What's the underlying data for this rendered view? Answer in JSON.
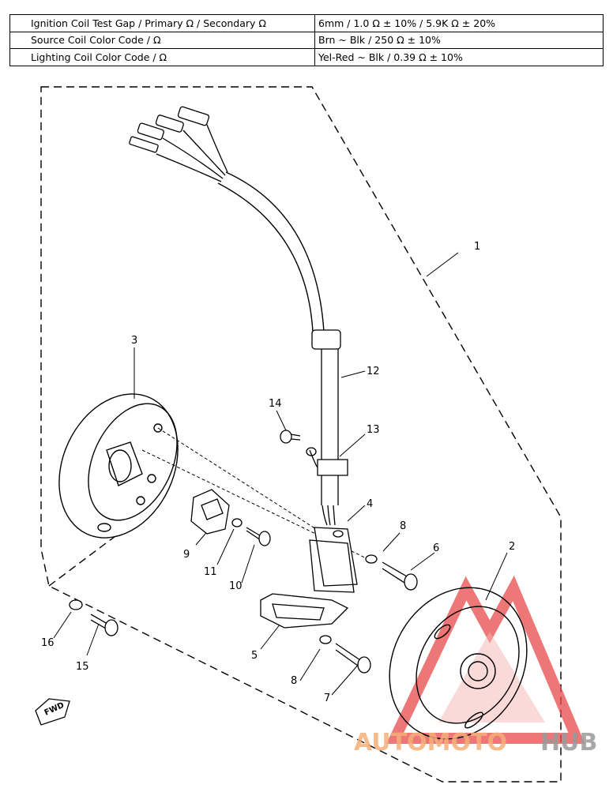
{
  "spec_table": {
    "rows": [
      {
        "label": "Ignition Coil Test Gap / Primary Ω / Secondary Ω",
        "value": "6mm / 1.0 Ω ± 10% / 5.9K Ω ± 20%"
      },
      {
        "label": "Source Coil Color Code / Ω",
        "value": "Brn ~ Blk / 250 Ω ± 10%"
      },
      {
        "label": "Lighting Coil Color Code / Ω",
        "value": "Yel-Red ~ Blk / 0.39 Ω ± 10%"
      }
    ]
  },
  "callouts": {
    "c1": "1",
    "c2": "2",
    "c3": "3",
    "c4": "4",
    "c5": "5",
    "c6": "6",
    "c7": "7",
    "c8a": "8",
    "c8b": "8",
    "c9": "9",
    "c10": "10",
    "c11": "11",
    "c12": "12",
    "c13": "13",
    "c14": "14",
    "c15": "15",
    "c16": "16"
  },
  "fwd_label": "FWD",
  "watermark": {
    "part1": "AUTOMOTO",
    "part2": "HUB",
    "color_orange": "#f5b07a",
    "color_grey": "#9a9a9a",
    "color_red": "#e84a4a"
  }
}
